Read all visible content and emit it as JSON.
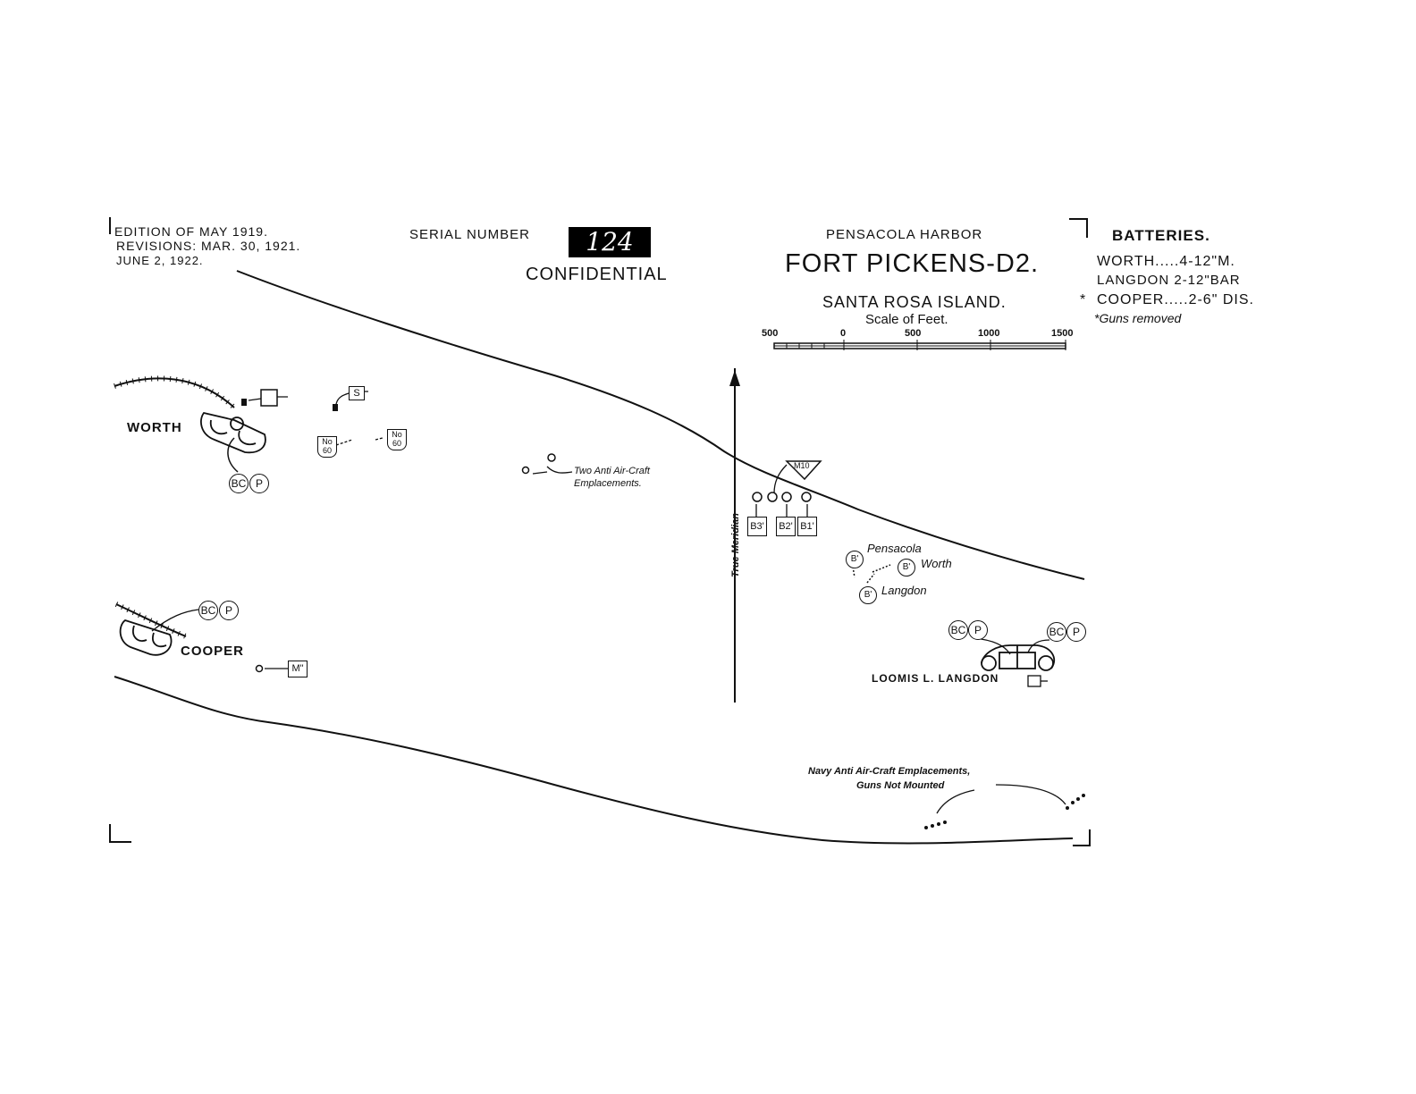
{
  "header": {
    "edition": "EDITION OF MAY 1919.",
    "revisions": "REVISIONS: MAR. 30, 1921.",
    "revision_date2": "JUNE 2, 1922.",
    "serial_label": "SERIAL NUMBER",
    "serial_value": "124",
    "classification": "CONFIDENTIAL",
    "harbor": "PENSACOLA HARBOR",
    "title": "FORT PICKENS-D2.",
    "island": "SANTA ROSA ISLAND.",
    "scale_title": "Scale of Feet.",
    "scale_ticks": [
      "500",
      "0",
      "500",
      "1000",
      "1500"
    ]
  },
  "batteries": {
    "heading": "BATTERIES.",
    "rows": [
      {
        "mark": "",
        "text": "WORTH.....4-12\"M."
      },
      {
        "mark": "",
        "text": "LANGDON  2-12\"BAR"
      },
      {
        "mark": "*",
        "text": "COOPER.....2-6\" DIS."
      }
    ],
    "note": "*Guns removed"
  },
  "map_labels": {
    "worth": "WORTH",
    "cooper": "COOPER",
    "loomis": "LOOMIS L. LANGDON",
    "anti_aircraft": "Two Anti Air-Craft",
    "anti_aircraft_2": "Emplacements.",
    "meridian": "True Meridian",
    "pensacola": "Pensacola",
    "worth_small": "Worth",
    "langdon_small": "Langdon",
    "navy": "Navy Anti Air-Craft Emplacements,",
    "navy_2": "Guns Not Mounted",
    "bc": "BC",
    "p": "P",
    "b": "B'",
    "b1": "B1'",
    "b2": "B2'",
    "b3": "B3'",
    "s": "S",
    "m": "M\"",
    "m10": "M10",
    "no60a": "No 60",
    "no60b": "No 60"
  }
}
